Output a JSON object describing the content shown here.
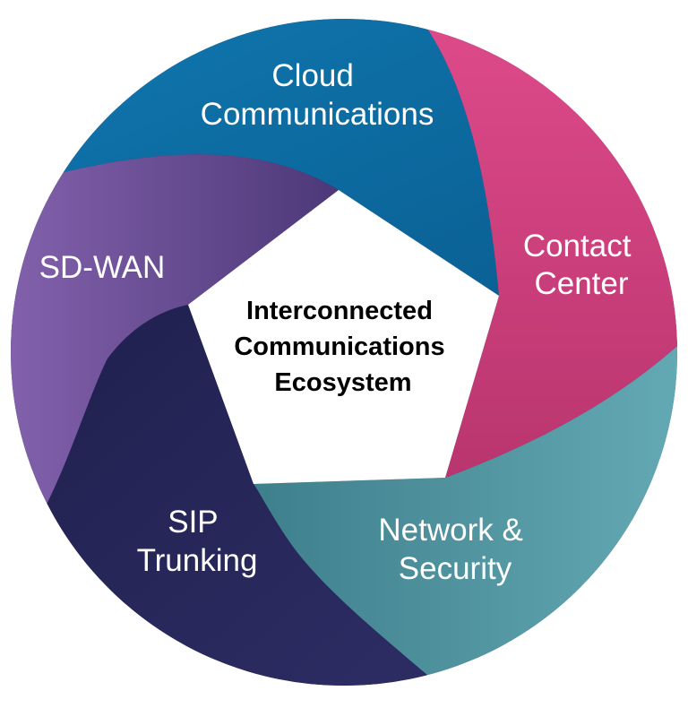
{
  "diagram": {
    "center": {
      "lines": [
        "Interconnected",
        "Communications",
        "Ecosystem"
      ]
    },
    "segments": [
      {
        "name": "cloud-communications",
        "lines": [
          "Cloud",
          "Communications"
        ],
        "color": "#0e6fa5",
        "color_dark": "#0a5a8a"
      },
      {
        "name": "contact-center",
        "lines": [
          "Contact",
          "Center"
        ],
        "color": "#d74283",
        "color_dark": "#b3336f"
      },
      {
        "name": "network-security",
        "lines": [
          "Network &",
          "Security"
        ],
        "color": "#5aa3ad",
        "color_dark": "#3d7e8c"
      },
      {
        "name": "sip-trunking",
        "lines": [
          "SIP",
          "Trunking"
        ],
        "color": "#2a2a5e",
        "color_dark": "#1d1d45"
      },
      {
        "name": "sd-wan",
        "lines": [
          "SD-WAN"
        ],
        "color": "#7a5aa6",
        "color_dark": "#4f3a7a"
      }
    ]
  }
}
